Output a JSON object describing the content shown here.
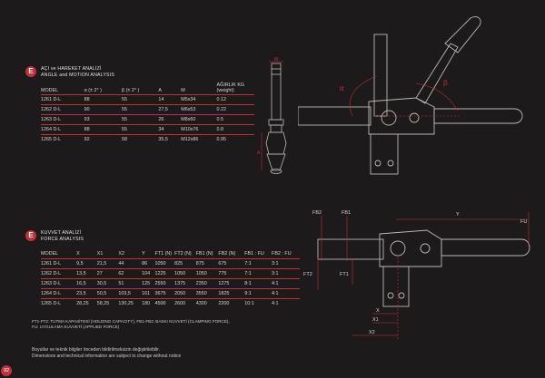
{
  "angle_section": {
    "badge": "E",
    "title_tr": "AÇI ve HAREKET ANALİZİ",
    "title_en": "ANGLE and MOTION ANALYSIS",
    "columns": [
      "MODEL",
      "α (± 2° )",
      "β (± 2° )",
      "A",
      "M",
      "AĞIRLIK KG (weight)"
    ],
    "rows": [
      [
        "1261 D-L",
        "88",
        "55",
        "14",
        "M5x34",
        "0.12"
      ],
      [
        "1262 D-L",
        "90",
        "55",
        "27,5",
        "M6x53",
        "0.22"
      ],
      [
        "1263 D-L",
        "93",
        "55",
        "26",
        "M8x60",
        "0.5"
      ],
      [
        "1264 D-L",
        "88",
        "55",
        "34",
        "M10x76",
        "0.8"
      ],
      [
        "1265 D-L",
        "92",
        "58",
        "35,5",
        "M12x86",
        "0.95"
      ]
    ]
  },
  "force_section": {
    "badge": "E",
    "title_tr": "KUVVET ANALİZİ",
    "title_en": "FORCE ANALYSIS",
    "columns": [
      "MODEL",
      "X",
      "X1",
      "X2",
      "Y",
      "FT1 (N)",
      "FT2 (N)",
      "FB1 (N)",
      "FB2 (N)",
      "FB1 : FU",
      "FB2 : FU"
    ],
    "rows": [
      [
        "1261 D-L",
        "9,5",
        "21,5",
        "44",
        "86",
        "1050",
        "825",
        "875",
        "675",
        "7:1",
        "3:1"
      ],
      [
        "1262 D-L",
        "13,5",
        "27",
        "62",
        "104",
        "1225",
        "1050",
        "1050",
        "775",
        "7:1",
        "3:1"
      ],
      [
        "1263 D-L",
        "16,5",
        "30,5",
        "51",
        "125",
        "2550",
        "1375",
        "2350",
        "1275",
        "8:1",
        "4:1"
      ],
      [
        "1264 D-L",
        "23,5",
        "50,5",
        "103,5",
        "161",
        "3675",
        "2050",
        "3550",
        "1825",
        "9:1",
        "4:1"
      ],
      [
        "1265 D-L",
        "28,25",
        "58,25",
        "130,25",
        "180",
        "4500",
        "2600",
        "4300",
        "2200",
        "10:1",
        "4:1"
      ]
    ]
  },
  "footnotes": {
    "line1": "FT1-FT2: TUTMA KAPASİTESİ (HOLDING CAPACITY), FB1-FB2: BASKI KUVVETİ (CLAMPING FORCE),",
    "line2": "FU: UYGULAMA KUVVETİ (APPLIED FORCE)"
  },
  "disclaimer": {
    "tr": "Boyutlar ve teknik bilgiler önceden bildirilmeksizin değiştirilebilir.",
    "en": "Dimensions and technical information are subject to change without notice"
  },
  "page_number": "92",
  "diagram_labels": {
    "top": {
      "m": "M",
      "a": "A",
      "alpha": "α",
      "beta": "β"
    },
    "bottom": {
      "fb2": "FB2",
      "fb1": "FB1",
      "ft2": "FT2",
      "ft1": "FT1",
      "fu": "FU",
      "y": "Y",
      "x": "X",
      "x1": "X1",
      "x2": "X2"
    }
  },
  "colors": {
    "background": "#1c1a1b",
    "accent": "#c2303a",
    "text": "#d8d4d2"
  }
}
